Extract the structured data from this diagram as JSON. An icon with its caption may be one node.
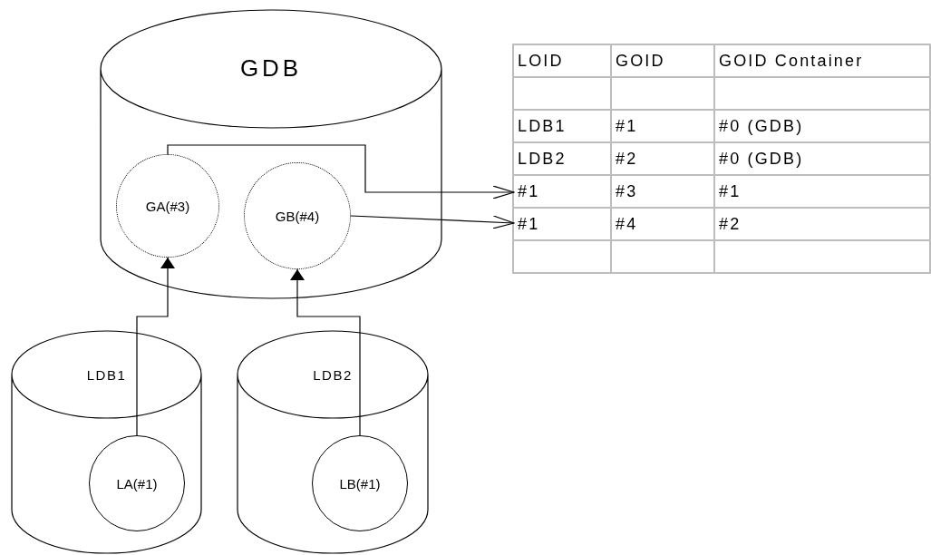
{
  "diagram": {
    "nodes": [
      {
        "text": [
          "GDB"
        ]
      },
      {
        "text": [
          "GA(#3)"
        ],
        "in": 0
      },
      {
        "text": [
          "GB(#4)"
        ],
        "in": 0
      },
      {
        "text": [
          "LDB1"
        ]
      },
      {
        "text": [
          "LA(#1)"
        ],
        "in": 3
      },
      {
        "text": [
          "LDB2"
        ]
      },
      {
        "text": [
          "LB(#1)"
        ],
        "in": 5
      },
      {
        "text": [
          "#1"
        ]
      },
      {
        "text": [
          "#1"
        ]
      }
    ],
    "edges": [
      {
        "from": 4,
        "to": 1,
        "arrow": "to"
      },
      {
        "from": 6,
        "to": 2,
        "arrow": "to"
      },
      {
        "from": 1,
        "to": 7,
        "arrow": "to"
      },
      {
        "from": 2,
        "to": 8,
        "arrow": "to"
      }
    ],
    "labels": [
      "LOID",
      "GOID",
      "GOID Container",
      "LDB1",
      "#1",
      "#0 (GDB)",
      "LDB2",
      "#2",
      "#0 (GDB)",
      "#3",
      "#1",
      "#4",
      "#2"
    ]
  }
}
